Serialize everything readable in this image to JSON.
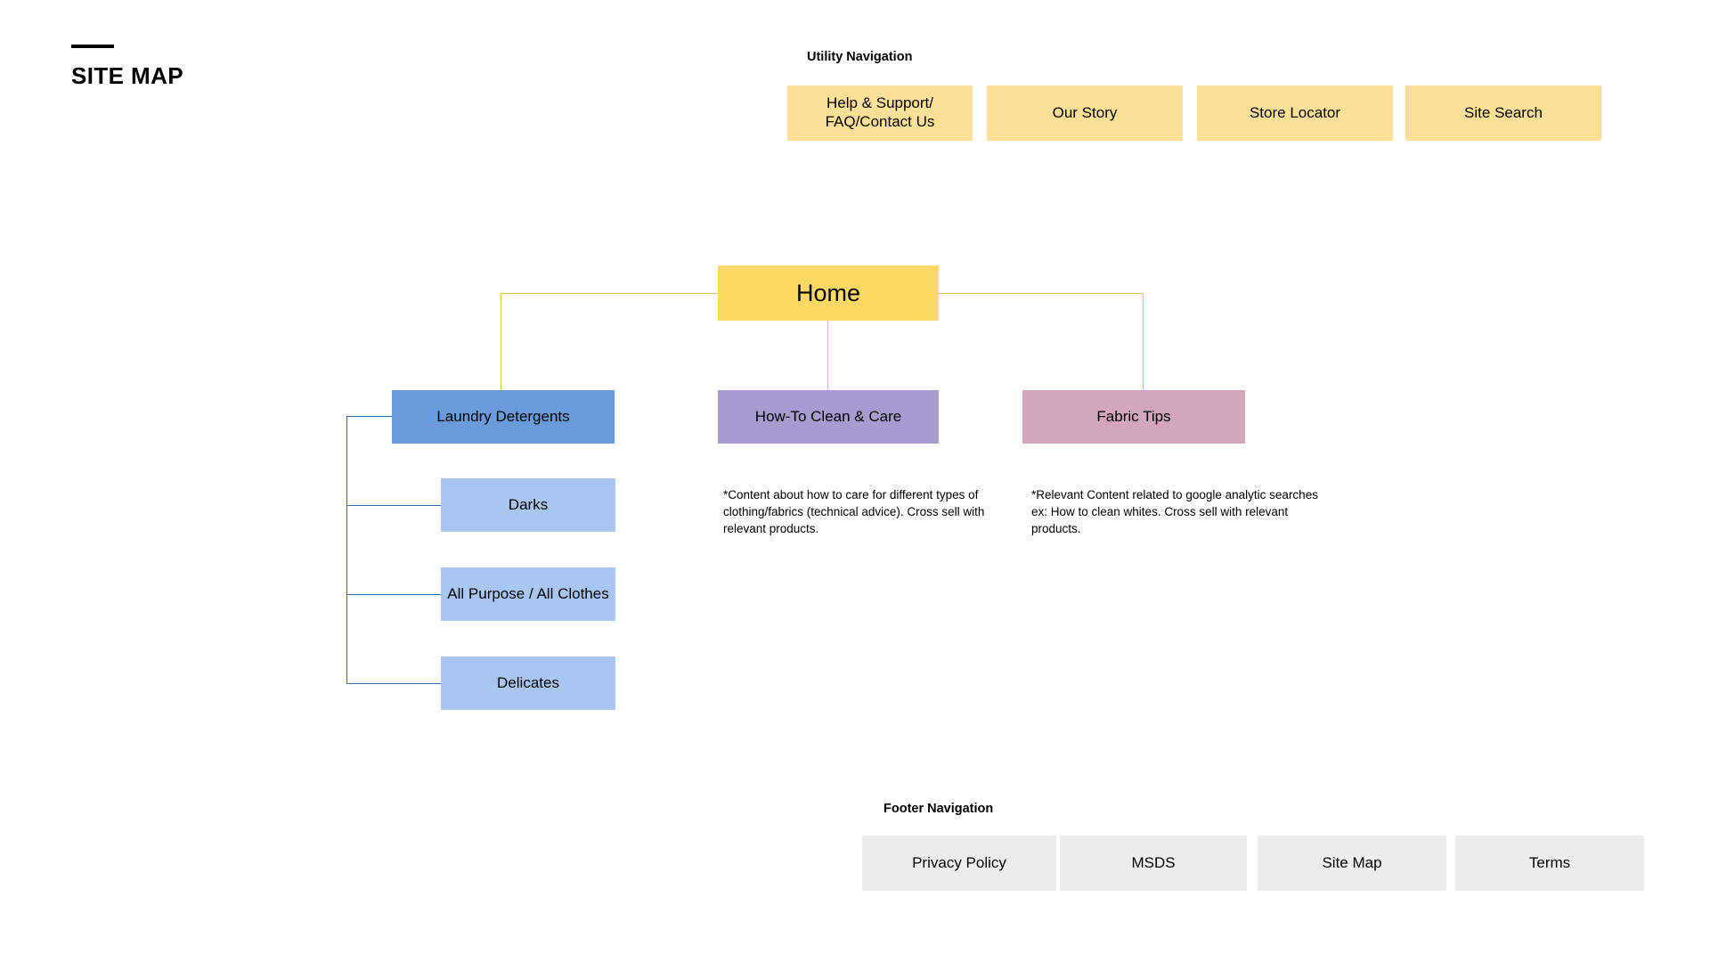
{
  "page": {
    "title": "SITE MAP"
  },
  "utility_nav": {
    "caption": "Utility Navigation",
    "items": [
      {
        "label": "Help & Support/ FAQ/Contact Us",
        "color": "#FCE098"
      },
      {
        "label": "Our Story",
        "color": "#FCE098"
      },
      {
        "label": "Store Locator",
        "color": "#FCE098"
      },
      {
        "label": "Site Search",
        "color": "#FCE098"
      }
    ]
  },
  "tree": {
    "root": {
      "label": "Home",
      "color": "#FCD965"
    },
    "level2": [
      {
        "label": "Laundry Detergents",
        "color": "#6A9BDA"
      },
      {
        "label": "How-To Clean & Care",
        "color": "#A99BD0"
      },
      {
        "label": "Fabric Tips",
        "color": "#D3A6BE"
      }
    ],
    "level3": [
      {
        "label": "Darks",
        "color": "#A8C6F0"
      },
      {
        "label": "All Purpose / All Clothes",
        "color": "#A8C6F0"
      },
      {
        "label": "Delicates",
        "color": "#A8C6F0"
      }
    ],
    "connector_colors": {
      "root_to_level2": "#E8C354",
      "level2_to_level3": "#2E6DA8"
    }
  },
  "annotations": [
    {
      "id": "howto",
      "text": "*Content about how to care for different types of clothing/fabrics (technical advice). Cross sell with relevant products."
    },
    {
      "id": "fabric",
      "text": "*Relevant Content related to google analytic searches ex: How to clean whites. Cross sell with relevant products."
    }
  ],
  "footer_nav": {
    "caption": "Footer Navigation",
    "items": [
      {
        "label": "Privacy Policy",
        "color": "#EDEDED"
      },
      {
        "label": "MSDS",
        "color": "#EDEDED"
      },
      {
        "label": "Site Map",
        "color": "#EDEDED"
      },
      {
        "label": "Terms",
        "color": "#EDEDED"
      }
    ]
  }
}
